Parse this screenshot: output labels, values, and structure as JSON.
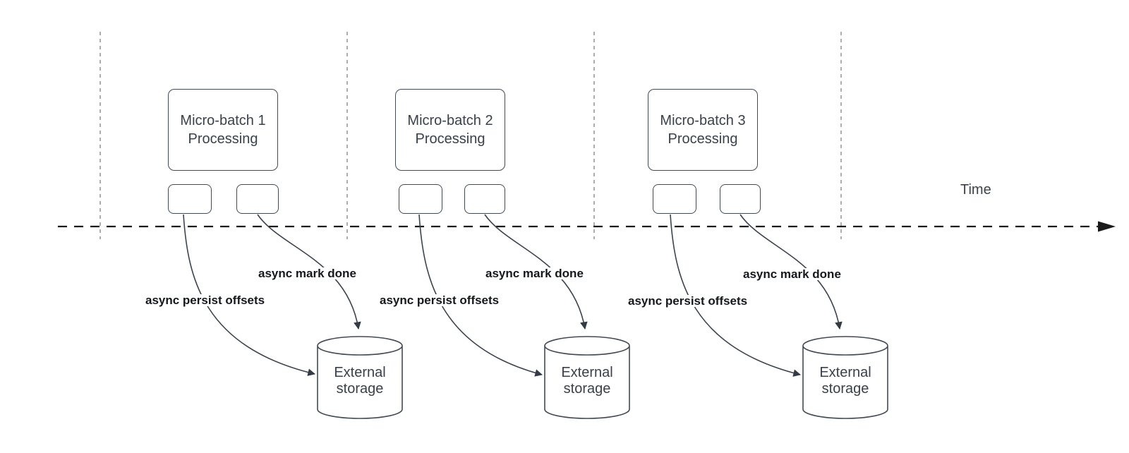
{
  "time_axis": {
    "label": "Time"
  },
  "groups": [
    {
      "box_label": "Micro-batch 1 Processing",
      "persist_label": "async persist offsets",
      "done_label": "async mark done",
      "storage_label": "External storage"
    },
    {
      "box_label": "Micro-batch 2 Processing",
      "persist_label": "async persist offsets",
      "done_label": "async mark done",
      "storage_label": "External storage"
    },
    {
      "box_label": "Micro-batch 3 Processing",
      "persist_label": "async persist offsets",
      "done_label": "async mark done",
      "storage_label": "External storage"
    }
  ],
  "colors": {
    "shape_stroke": "#434a54",
    "flow_stroke": "#3c434d",
    "axis_stroke": "#1a1a1a",
    "guide_stroke": "#a6a6a6",
    "label_text": "#15181c",
    "shape_text": "#3a414b"
  }
}
